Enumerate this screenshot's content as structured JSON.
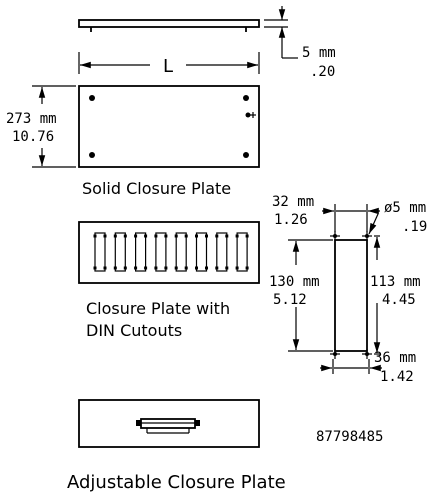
{
  "plates": {
    "solid": {
      "caption": "Solid Closure Plate",
      "length_label": "L",
      "height_mm": "273  mm",
      "height_in": "10.76",
      "thickness_mm": "5  mm",
      "thickness_in": ".20"
    },
    "din": {
      "caption_line1": "Closure Plate with",
      "caption_line2": "DIN Cutouts",
      "cutout_count": 8
    },
    "adjustable": {
      "caption": "Adjustable Closure Plate"
    }
  },
  "cutout_detail": {
    "top_width_mm": "32  mm",
    "top_width_in": "1.26",
    "hole_dia_mm": "ø5  mm",
    "hole_dia_in": ".19",
    "overall_height_mm": "130  mm",
    "overall_height_in": "5.12",
    "hole_spacing_mm": "113  mm",
    "hole_spacing_in": "4.45",
    "bottom_width_mm": "36  mm",
    "bottom_width_in": "1.42"
  },
  "part_number": "87798485"
}
